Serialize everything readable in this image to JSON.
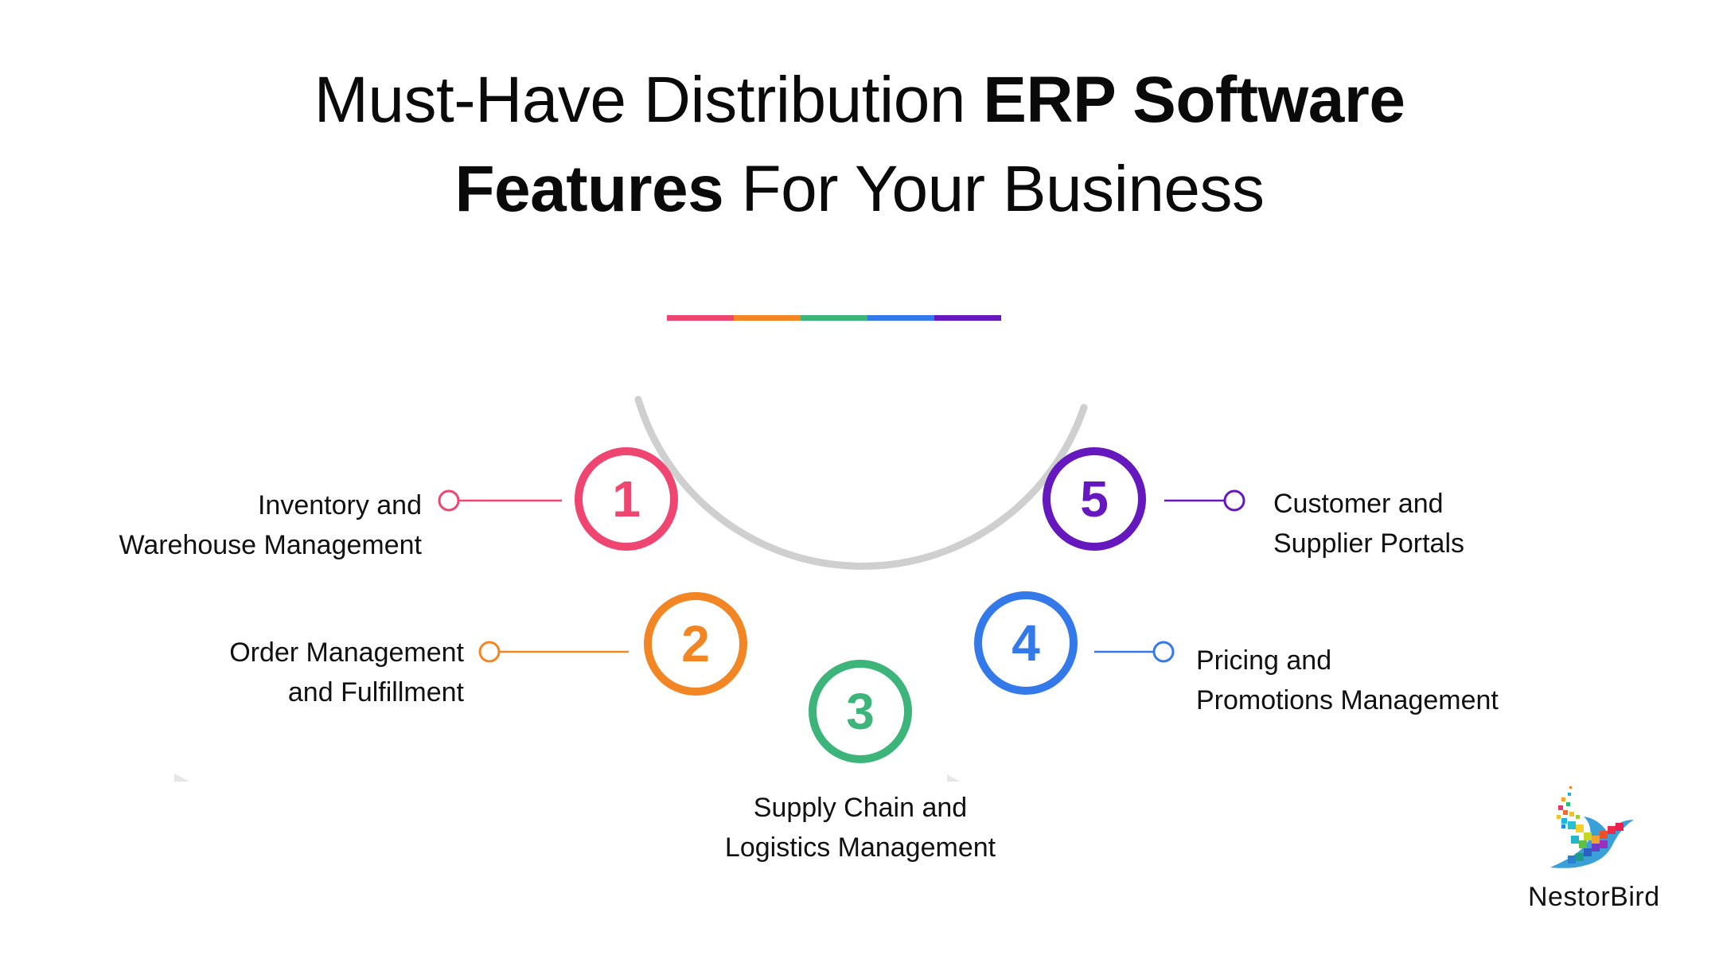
{
  "title": {
    "line1_regular": "Must-Have Distribution ",
    "line1_bold": "ERP Software",
    "line2_bold": "Features",
    "line2_regular": " For Your Business"
  },
  "colors": {
    "step1": "#ee4670",
    "step2": "#f28524",
    "step3": "#3db57a",
    "step4": "#3479ea",
    "step5": "#6518bd",
    "arc": "#cfcfcf",
    "text": "#111111"
  },
  "steps": [
    {
      "number": "1",
      "label_line1": "Inventory and",
      "label_line2": "Warehouse Management"
    },
    {
      "number": "2",
      "label_line1": "Order Management",
      "label_line2": "and Fulfillment"
    },
    {
      "number": "3",
      "label_line1": "Supply Chain and",
      "label_line2": "Logistics Management"
    },
    {
      "number": "4",
      "label_line1": "Pricing and",
      "label_line2": "Promotions Management"
    },
    {
      "number": "5",
      "label_line1": "Customer and",
      "label_line2": "Supplier Portals"
    }
  ],
  "brand": {
    "name": "NestorBird",
    "logo_icon": "pixel-bird-icon"
  }
}
